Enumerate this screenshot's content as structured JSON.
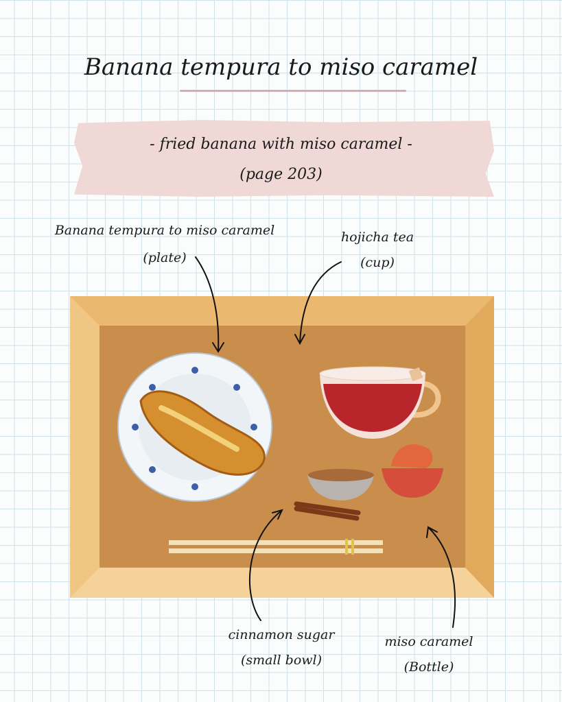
{
  "title": "Banana tempura to miso caramel",
  "banner": {
    "subtitle": "- fried banana with miso caramel -",
    "page_ref": "(page 203)"
  },
  "labels": {
    "plate": {
      "name": "Banana tempura to miso caramel",
      "vessel": "(plate)"
    },
    "cup": {
      "name": "hojicha tea",
      "vessel": "(cup)"
    },
    "small_bowl": {
      "name": "cinnamon sugar",
      "vessel": "(small bowl)"
    },
    "bottle": {
      "name": "miso caramel",
      "vessel": "(Bottle)"
    }
  },
  "colors": {
    "tray_outer": "#eab86f",
    "tray_inner": "#c98d4c",
    "banner": "#efd8d6",
    "tea": "#b8262c"
  }
}
